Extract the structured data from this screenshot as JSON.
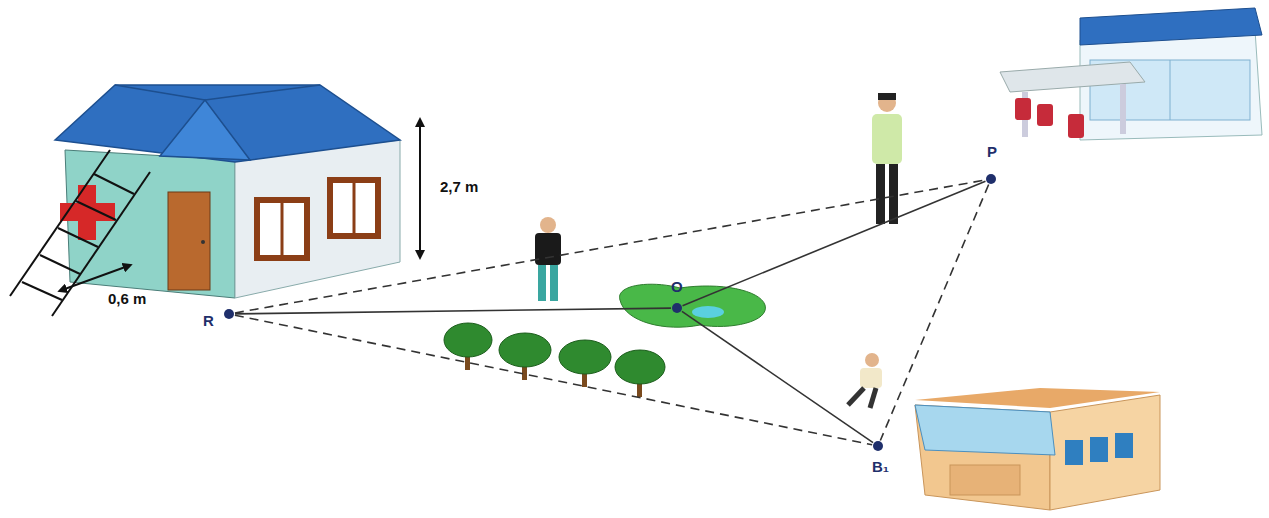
{
  "diagram": {
    "nodes": [
      {
        "text": [
          "R"
        ]
      },
      {
        "text": [
          "O"
        ]
      },
      {
        "text": [
          "P"
        ]
      },
      {
        "text": [
          "B₁"
        ]
      }
    ],
    "edges": [
      {
        "from": 0,
        "to": 1,
        "arrow": "none"
      },
      {
        "from": 1,
        "to": 2,
        "arrow": "none"
      },
      {
        "from": 1,
        "to": 3,
        "arrow": "none"
      },
      {
        "from": 0,
        "to": 2,
        "arrow": "none"
      },
      {
        "from": 2,
        "to": 3,
        "arrow": "none"
      },
      {
        "from": 0,
        "to": 3,
        "arrow": "none"
      }
    ],
    "labels": [
      "2,7 m",
      "0,6 m"
    ]
  }
}
